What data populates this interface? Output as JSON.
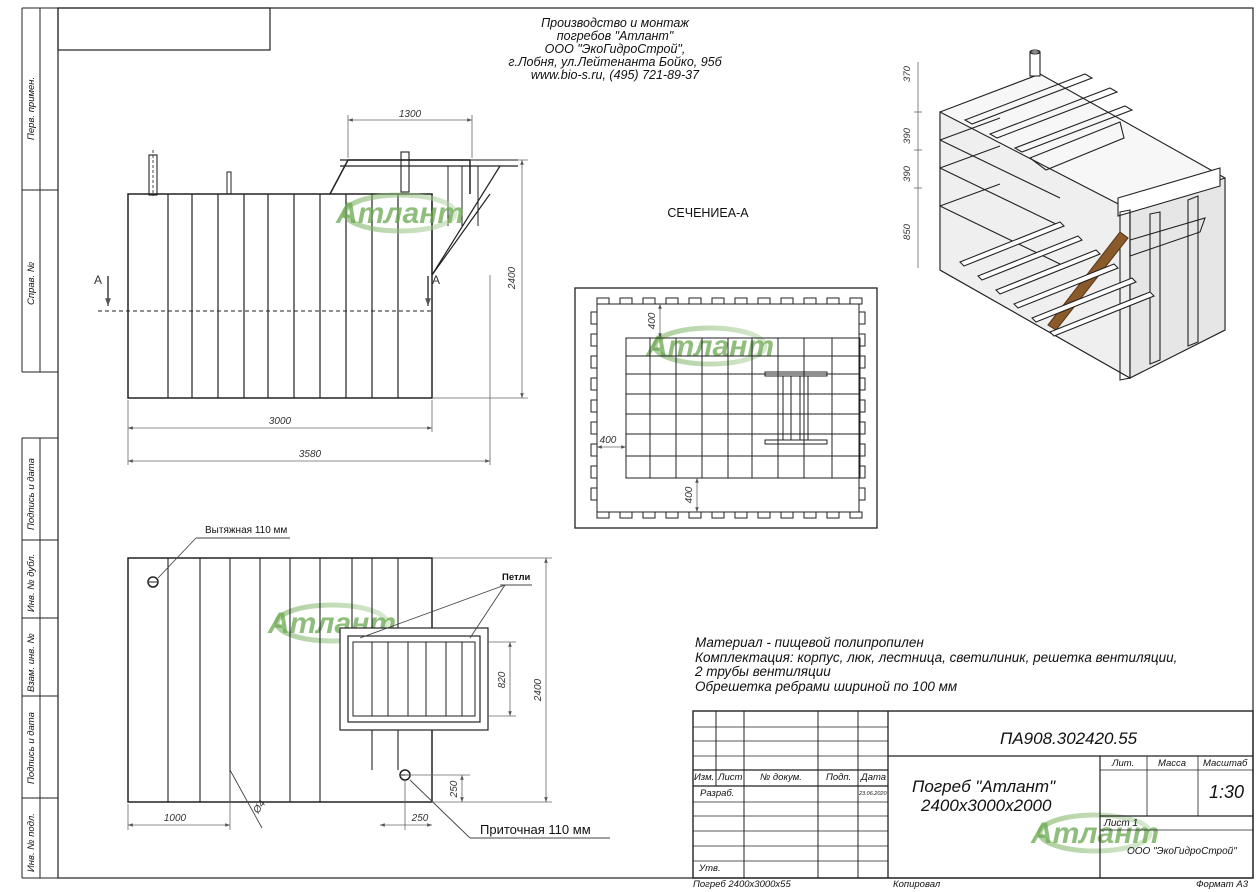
{
  "company_header": [
    "Производство и монтаж",
    "погребов \"Атлант\"",
    "ООО \"ЭкоГидроСтрой\",",
    "г.Лобня, ул.Лейтенанта Бойко, 95б",
    "www.bio-s.ru, (495) 721-89-37"
  ],
  "watermark_text": "Атлант",
  "side_labels": [
    "Перв. примен.",
    "Справ. №",
    "Подпись и дата",
    "Инв. № дубл.",
    "Взам. инв. №",
    "Подпись и дата",
    "Инв. № подл."
  ],
  "front_view": {
    "dim_top": "1300",
    "dim_height": "2400",
    "dim_body": "3000",
    "dim_total": "3580",
    "section_mark": "А"
  },
  "section_view": {
    "title": "СЕЧЕНИЕА-А",
    "dim_top": "400",
    "dim_left": "400",
    "dim_bottom": "400"
  },
  "iso_view": {
    "dims": [
      "370",
      "390",
      "390",
      "850"
    ]
  },
  "plan_view": {
    "vent_exhaust": "Вытяжная 110 мм",
    "vent_supply": "Приточная 110 мм",
    "loops": "Петли",
    "dim_hatch": "820",
    "dim_height": "2400",
    "dim_left": "1000",
    "dim_right": "250",
    "dim_corner": "250",
    "dim_diag": "Ø4"
  },
  "notes": [
    "Материал - пищевой полипропилен",
    "Комплектация: корпус, люк, лестница, светилиник,  решетка вентиляции,",
    "2 трубы вентиляции",
    "Обрешетка ребрами шириной по 100 мм"
  ],
  "title_block": {
    "doc_number": "ПА908.302420.55",
    "name_line1": "Погреб \"Атлант\"",
    "name_line2": "2400x3000x2000",
    "col_izm": "Изм.",
    "col_list": "Лист",
    "col_docnum": "№ докум.",
    "col_sign": "Подп.",
    "col_date": "Дата",
    "razrab": "Разраб.",
    "razrab_date": "23.06.2020",
    "utv": "Утв.",
    "lit": "Лит.",
    "massa": "Масса",
    "masshtab": "Масштаб",
    "scale": "1:30",
    "sheet": "Лист 1",
    "org": "ООО \"ЭкоГидроСтрой\"",
    "footer_left": "Погреб 2400x3000x55",
    "footer_mid": "Копировал",
    "footer_right": "Формат А3"
  }
}
